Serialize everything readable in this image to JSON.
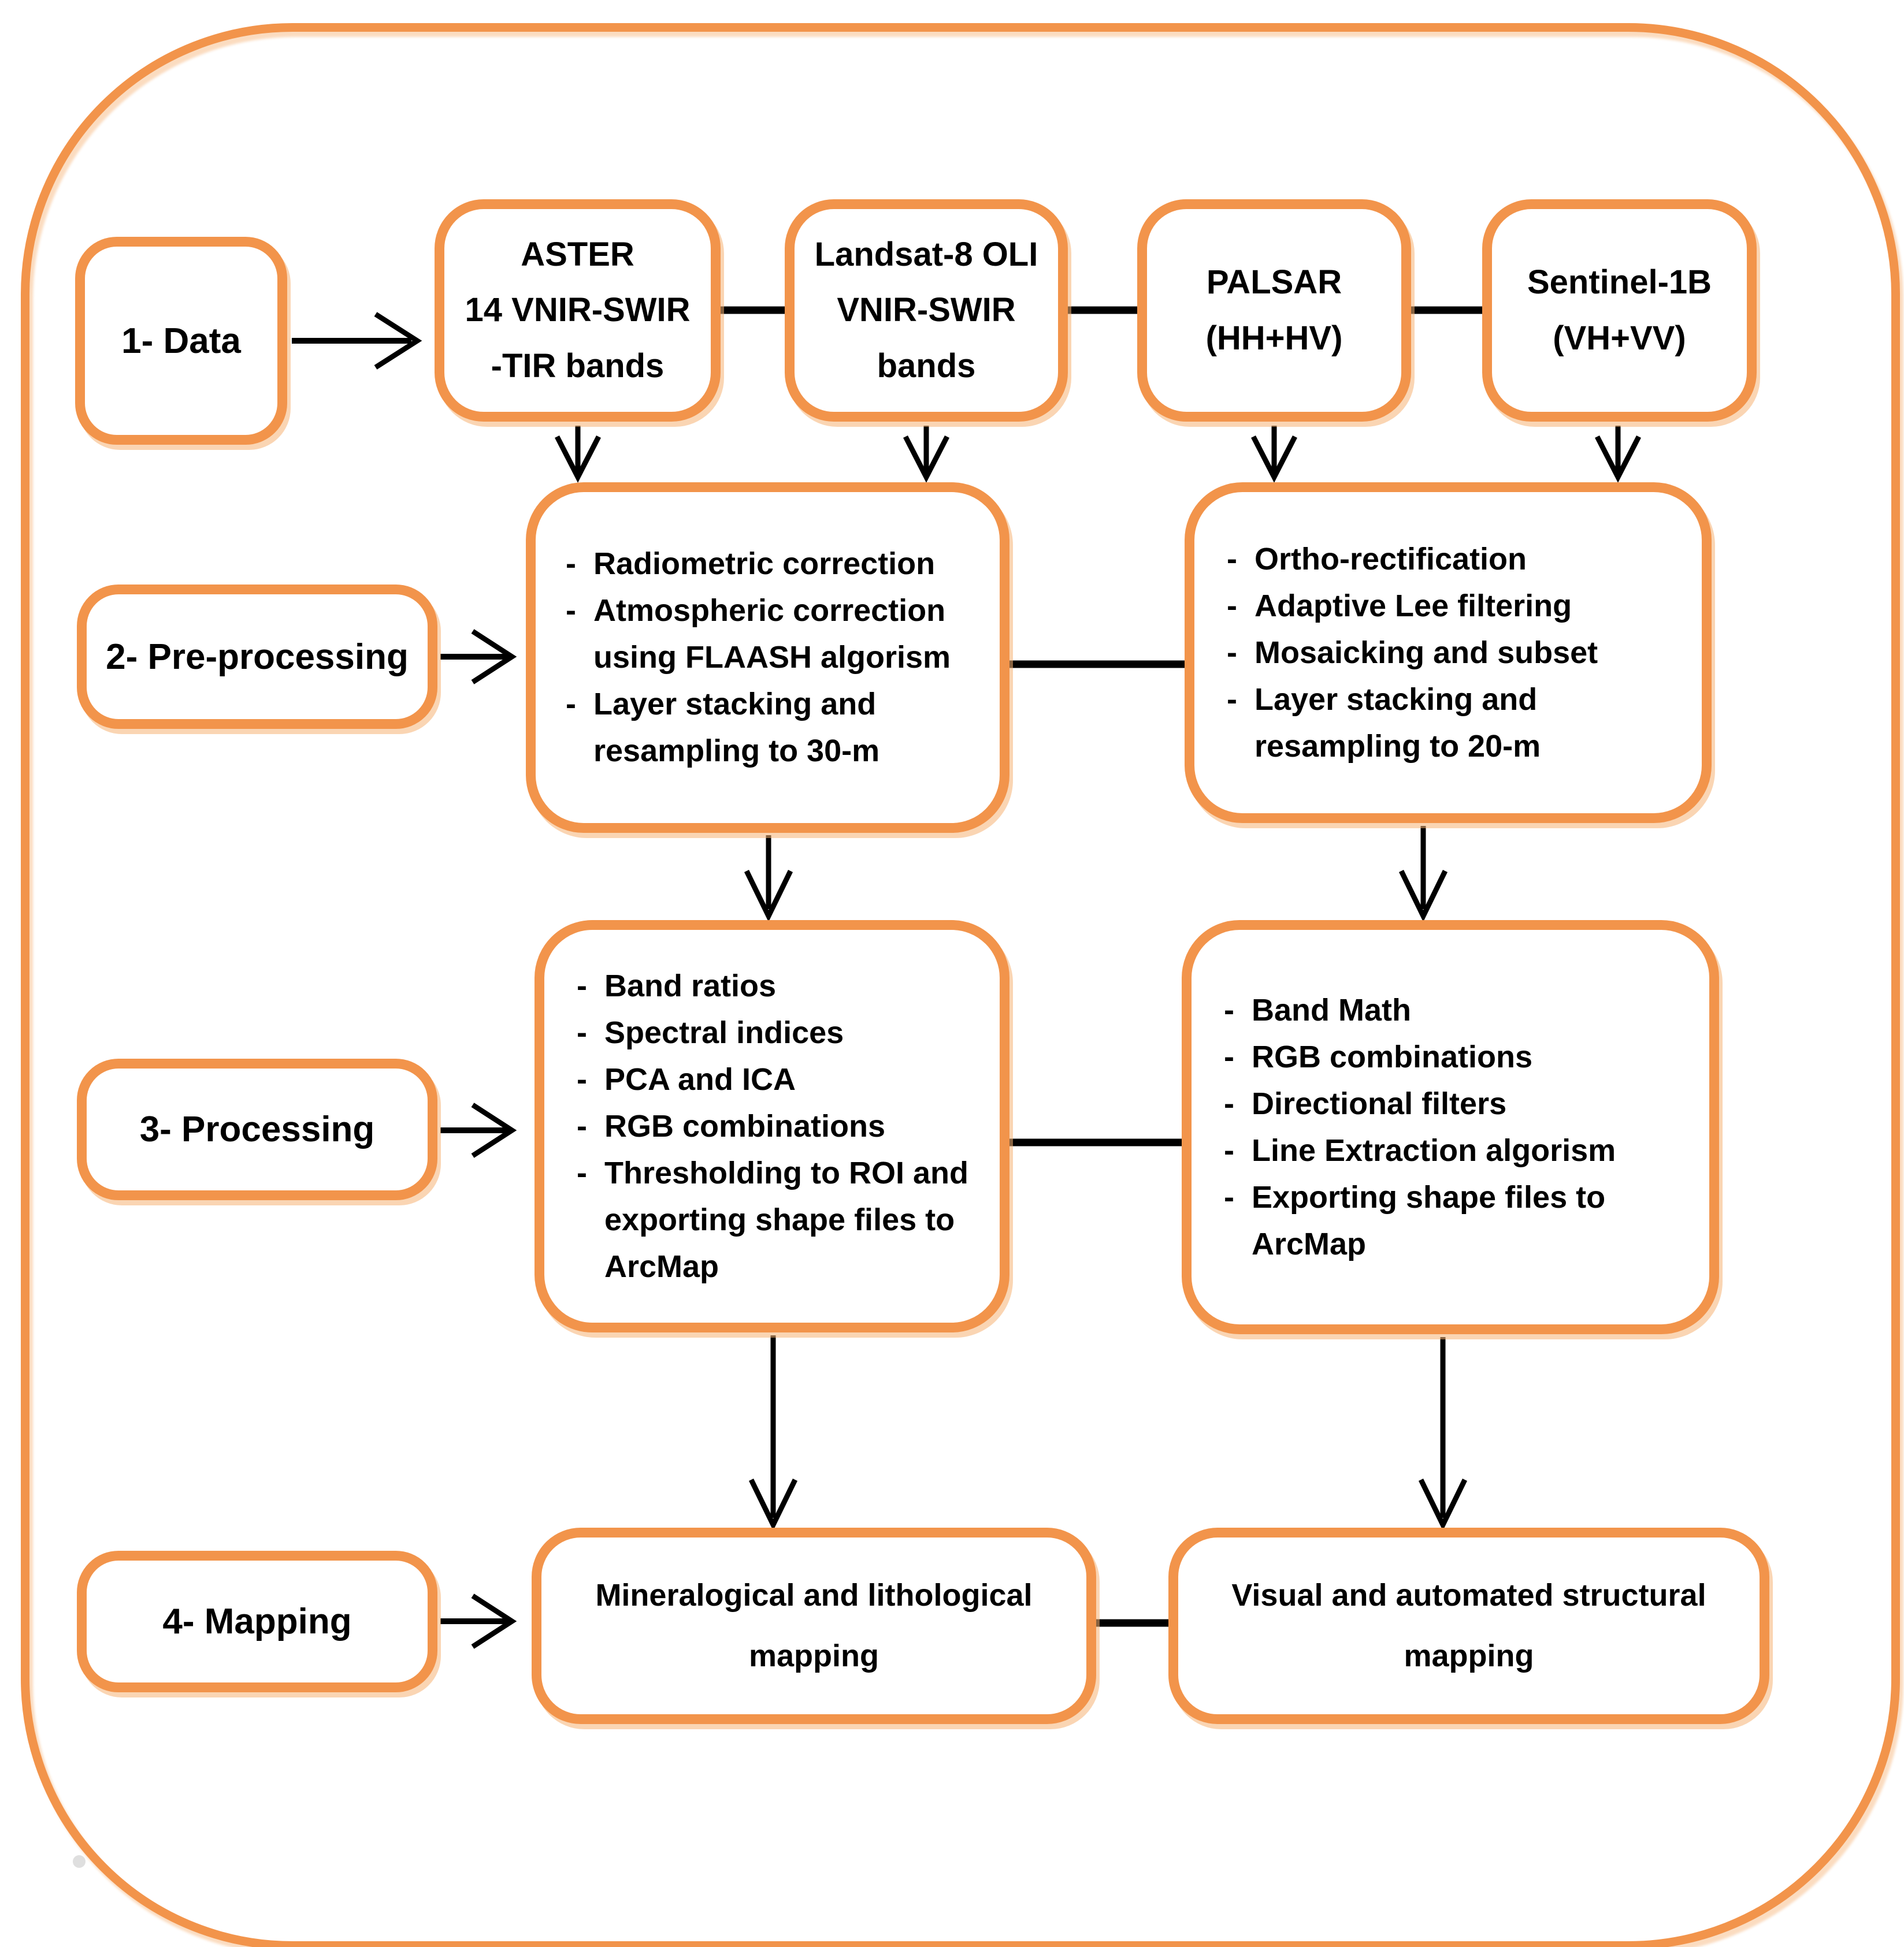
{
  "colors": {
    "accent": "#F2944B",
    "line": "#000000",
    "text": "#000000",
    "background": "#FFFFFF"
  },
  "bullet_prefix": "-",
  "stages": [
    {
      "label": "1- Data"
    },
    {
      "label": "2- Pre-processing"
    },
    {
      "label": "3- Processing"
    },
    {
      "label": "4- Mapping"
    }
  ],
  "data_sources": [
    {
      "lines": [
        "ASTER",
        "14 VNIR-SWIR",
        "-TIR bands"
      ]
    },
    {
      "lines": [
        "Landsat-8 OLI",
        "VNIR-SWIR",
        "bands"
      ]
    },
    {
      "lines": [
        "PALSAR",
        "(HH+HV)"
      ]
    },
    {
      "lines": [
        "Sentinel-1B",
        "(VH+VV)"
      ]
    }
  ],
  "preprocessing": {
    "optical_steps": [
      "Radiometric correction",
      "Atmospheric correction using FLAASH algorism",
      "Layer stacking and resampling to 30-m"
    ],
    "radar_steps": [
      "Ortho-rectification",
      "Adaptive Lee filtering",
      "Mosaicking and subset",
      "Layer stacking and resampling to 20-m"
    ]
  },
  "processing": {
    "optical_steps": [
      "Band ratios",
      "Spectral indices",
      "PCA and ICA",
      "RGB combinations",
      "Thresholding to ROI and exporting shape files to ArcMap"
    ],
    "radar_steps": [
      "Band Math",
      "RGB combinations",
      "Directional filters",
      "Line Extraction algorism",
      "Exporting shape files to ArcMap"
    ]
  },
  "mapping": {
    "optical": "Mineralogical and lithological mapping",
    "radar": "Visual and automated structural mapping"
  }
}
